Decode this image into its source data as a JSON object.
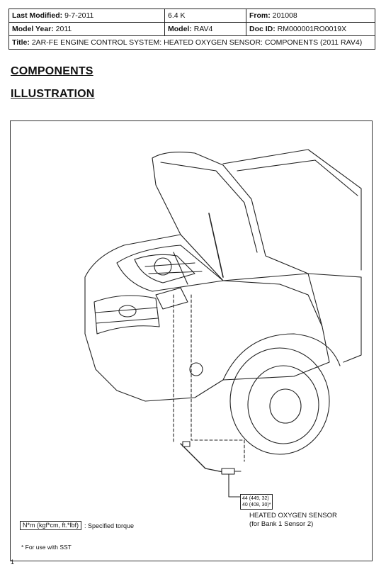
{
  "header": {
    "last_modified_label": "Last Modified:",
    "last_modified_value": "9-7-2011",
    "size": "6.4 K",
    "from_label": "From:",
    "from_value": "201008",
    "model_year_label": "Model Year:",
    "model_year_value": "2011",
    "model_label": "Model:",
    "model_value": "RAV4",
    "doc_id_label": "Doc ID:",
    "doc_id_value": "RM000001RO0019X",
    "title_label": "Title:",
    "title_value": "2AR-FE ENGINE CONTROL SYSTEM: HEATED OXYGEN SENSOR: COMPONENTS (2011 RAV4)"
  },
  "headings": {
    "components": "COMPONENTS",
    "illustration": "ILLUSTRATION"
  },
  "figure": {
    "torque_line1": "44 (449, 32)",
    "torque_line2": "40 (408, 30)*",
    "sensor_name": "HEATED OXYGEN SENSOR",
    "sensor_position": "(for Bank 1 Sensor 2)",
    "legend_unit": "N*m (kgf*cm, ft.*lbf)",
    "legend_text": ": Specified torque",
    "sst_note": "* For use with SST"
  },
  "page_number": "1"
}
